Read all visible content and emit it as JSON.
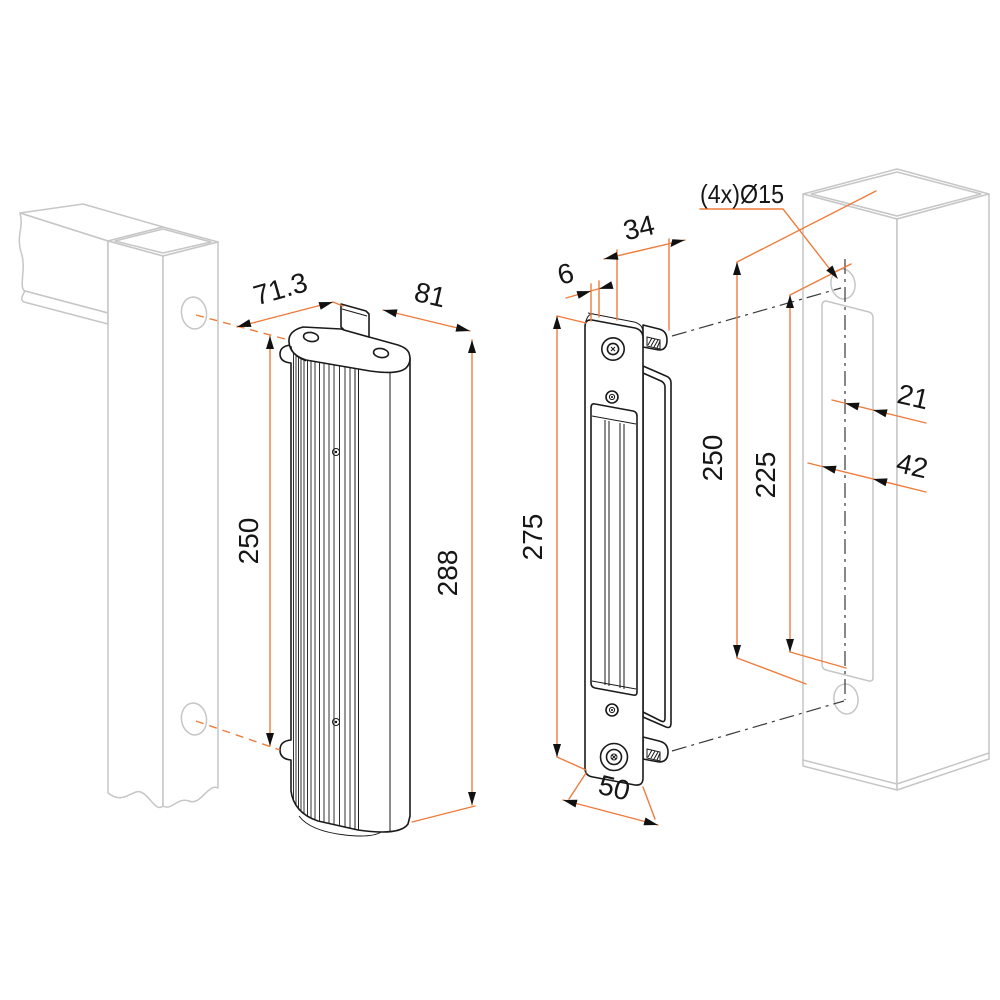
{
  "drawing": {
    "type": "technical-installation-diagram",
    "annotation": {
      "hole_note": "(4x)Ø15"
    },
    "dimensions": {
      "magnet_depth": "71.3",
      "magnet_width": "81",
      "gate_hole_spacing": "250",
      "magnet_total_height": "288",
      "plate_thickness": "6",
      "plate_top_offset": "34",
      "plate_height": "275",
      "post_pin_spacing": "250",
      "post_hole_spacing": "225",
      "plate_width": "50",
      "hole_inset": "21",
      "hole_span": "42"
    },
    "colors": {
      "background": "#ffffff",
      "dimension_line": "#ee7c3c",
      "dark_part_line": "#1a1a1a",
      "light_part_line": "#c6c6c6",
      "centerline": "#3a3a3a",
      "label_text": "#161616"
    }
  }
}
